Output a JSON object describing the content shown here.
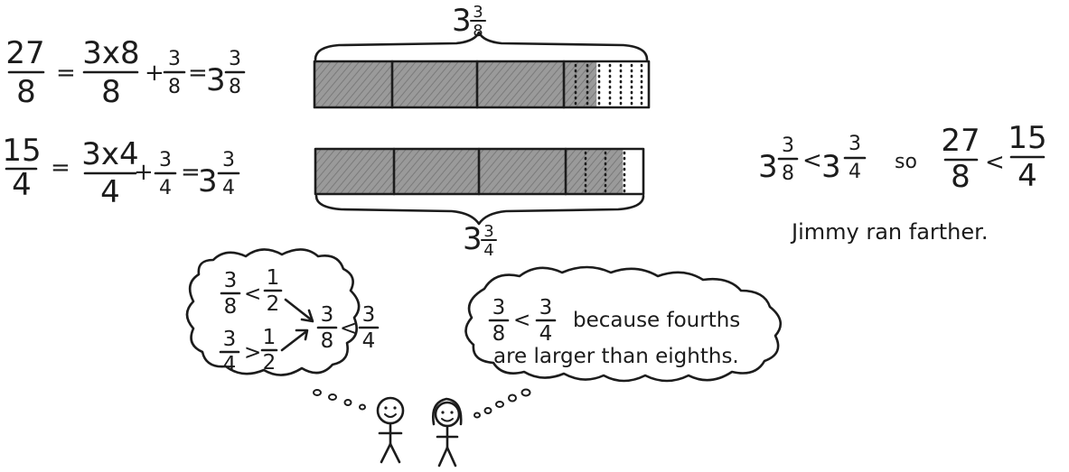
{
  "row1": {
    "lhs": {
      "num": "27",
      "den": "8"
    },
    "eq": "=",
    "mid": {
      "num": "3x8",
      "den": "8"
    },
    "plus": "+",
    "add": {
      "num": "3",
      "den": "8"
    },
    "eq2": "=",
    "whole": "3",
    "res": {
      "num": "3",
      "den": "8"
    }
  },
  "row2": {
    "lhs": {
      "num": "15",
      "den": "4"
    },
    "eq": "=",
    "mid": {
      "num": "3x4",
      "den": "4"
    },
    "plus": "+",
    "add": {
      "num": "3",
      "den": "4"
    },
    "eq2": "=",
    "whole": "3",
    "res": {
      "num": "3",
      "den": "4"
    }
  },
  "bar1": {
    "whole": "3",
    "num": "3",
    "den": "8",
    "filled_units": 3.375
  },
  "bar2": {
    "whole": "3",
    "num": "3",
    "den": "4",
    "filled_units": 3.75
  },
  "comparison": {
    "a_whole": "3",
    "a_num": "3",
    "a_den": "8",
    "lt": "<",
    "b_whole": "3",
    "b_num": "3",
    "b_den": "4",
    "so": "so",
    "c_num": "27",
    "c_den": "8",
    "lt2": "<",
    "d_num": "15",
    "d_den": "4"
  },
  "conclusion": "Jimmy ran farther.",
  "thought_left": {
    "f1": {
      "num": "3",
      "den": "8"
    },
    "op1": "<",
    "f2": {
      "num": "1",
      "den": "2"
    },
    "f3": {
      "num": "3",
      "den": "4"
    },
    "op2": ">",
    "f4": {
      "num": "1",
      "den": "2"
    },
    "f5": {
      "num": "3",
      "den": "8"
    },
    "op3": "<",
    "f6": {
      "num": "3",
      "den": "4"
    }
  },
  "thought_right": {
    "f1": {
      "num": "3",
      "den": "8"
    },
    "op": "<",
    "f2": {
      "num": "3",
      "den": "4"
    },
    "line1": "because fourths",
    "line2": "are larger than eighths."
  }
}
